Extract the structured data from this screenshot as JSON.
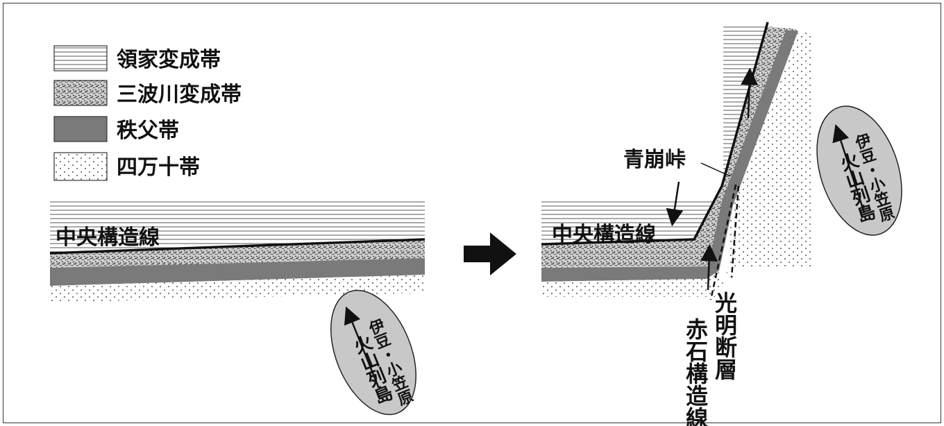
{
  "legend": {
    "items": [
      {
        "label": "領家変成帯",
        "pattern": "horizontal-lines"
      },
      {
        "label": "三波川変成帯",
        "pattern": "speckle"
      },
      {
        "label": "秩父帯",
        "pattern": "solid-gray"
      },
      {
        "label": "四万十帯",
        "pattern": "dots"
      }
    ]
  },
  "left_panel": {
    "fault_label": "中央構造線",
    "arc": {
      "label_line1": "伊豆・小笠原",
      "label_line2": "火山列島"
    }
  },
  "right_panel": {
    "fault_label": "中央構造線",
    "pass_label": "青崩峠",
    "akaishi_label": "赤石構造線",
    "komyo_label": "光明断層",
    "arc": {
      "label_line1": "伊豆・小笠原",
      "label_line2": "火山列島"
    }
  },
  "colors": {
    "chichibu": "#7a7a7a",
    "arc_fill": "#c8c8c8",
    "line": "#111111"
  }
}
